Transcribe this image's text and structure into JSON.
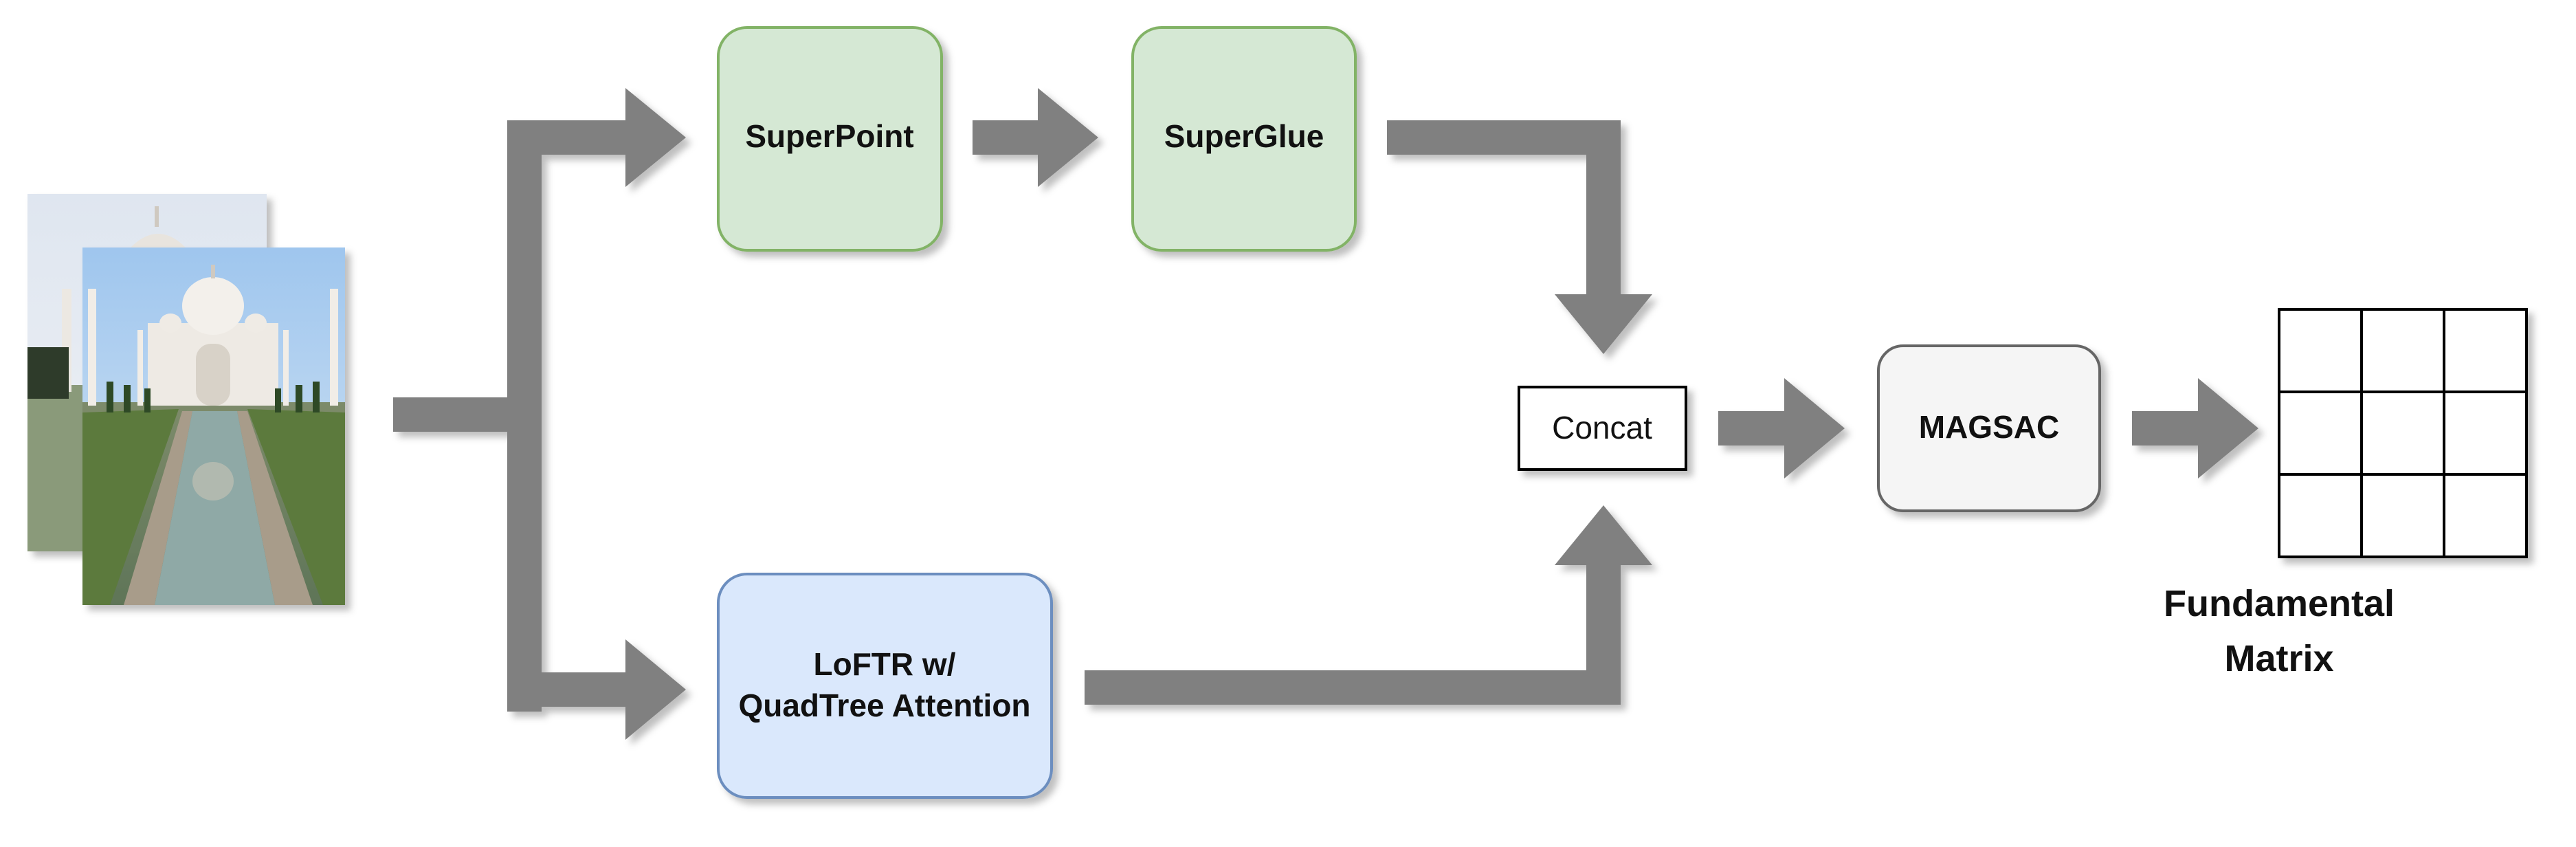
{
  "nodes": {
    "superpoint": "SuperPoint",
    "superglue": "SuperGlue",
    "loftr_line1": "LoFTR w/",
    "loftr_line2": "QuadTree Attention",
    "concat": "Concat",
    "magsac": "MAGSAC",
    "output_line1": "Fundamental",
    "output_line2": "Matrix"
  },
  "matrix": {
    "rows": 3,
    "cols": 3
  },
  "colors": {
    "arrow": "#808080",
    "green_fill": "#d5e8d4",
    "green_stroke": "#82b366",
    "blue_fill": "#dae8fc",
    "blue_stroke": "#6c8ebf",
    "gray_fill": "#f5f5f5",
    "gray_stroke": "#666666",
    "concat_stroke": "#000000"
  },
  "input_images": {
    "description_icon": "taj-mahal-photo-icon"
  }
}
